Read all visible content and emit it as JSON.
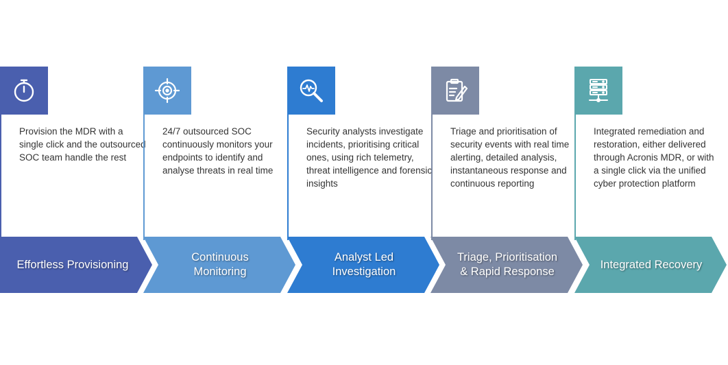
{
  "steps": [
    {
      "title": "Effortless Provisioning",
      "description": "Provision the MDR with a single click and the outsourced SOC team handle the rest",
      "icon": "stopwatch-icon",
      "color": "#4a5fae"
    },
    {
      "title": "Continuous\nMonitoring",
      "description": "24/7 outsourced SOC continuously monitors your endpoints to identify and analyse threats in real time",
      "icon": "target-icon",
      "color": "#5e99d3"
    },
    {
      "title": "Analyst Led\nInvestigation",
      "description": "Security analysts investigate incidents, prioritising critical ones, using rich telemetry, threat intelligence and forensic insights",
      "icon": "magnifier-icon",
      "color": "#2e7cd1"
    },
    {
      "title": "Triage, Prioritisation\n& Rapid Response",
      "description": "Triage and prioritisation of security events with real time alerting, detailed analysis, instantaneous response and continuous reporting",
      "icon": "clipboard-icon",
      "color": "#7d8aa5"
    },
    {
      "title": "Integrated Recovery",
      "description": "Integrated remediation and restoration, either delivered through Acronis MDR, or with a single click via the unified cyber protection platform",
      "icon": "server-icon",
      "color": "#5ba7ad"
    }
  ]
}
